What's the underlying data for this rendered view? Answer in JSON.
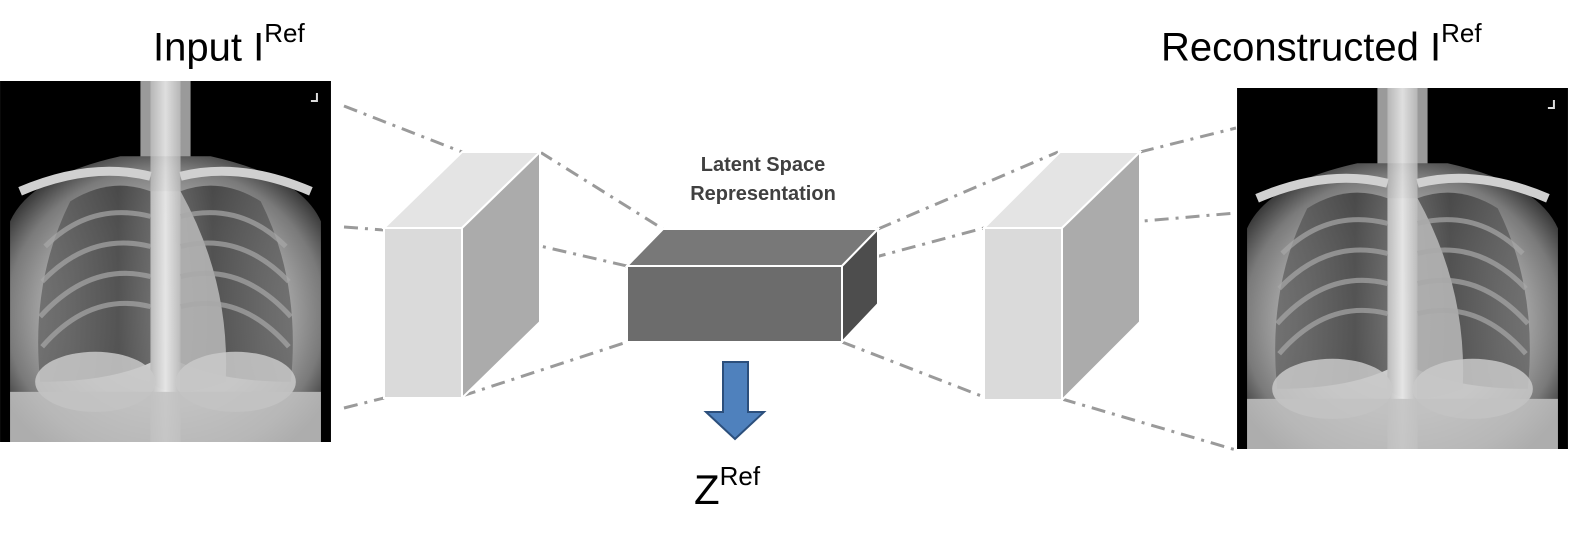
{
  "labels": {
    "input_main": "Input I",
    "input_sup": "Ref",
    "reconstructed_main": "Reconstructed I",
    "reconstructed_sup": "Ref",
    "latent_line1": "Latent Space",
    "latent_line2": "Representation",
    "z_main": "Z",
    "z_sup": "Ref"
  },
  "colors": {
    "background": "#ffffff",
    "block_front": "#dadada",
    "block_top": "#e4e4e4",
    "block_side": "#ababab",
    "latent_front": "#6c6c6c",
    "latent_top": "#787878",
    "latent_side": "#4d4d4d",
    "arrow_fill": "#4f81bd",
    "arrow_stroke": "#2c4f7c",
    "dash_line": "#9a9a9a"
  },
  "icons": {
    "input_image": "chest-xray-image",
    "output_image": "chest-xray-image",
    "arrow": "down-arrow-icon"
  }
}
